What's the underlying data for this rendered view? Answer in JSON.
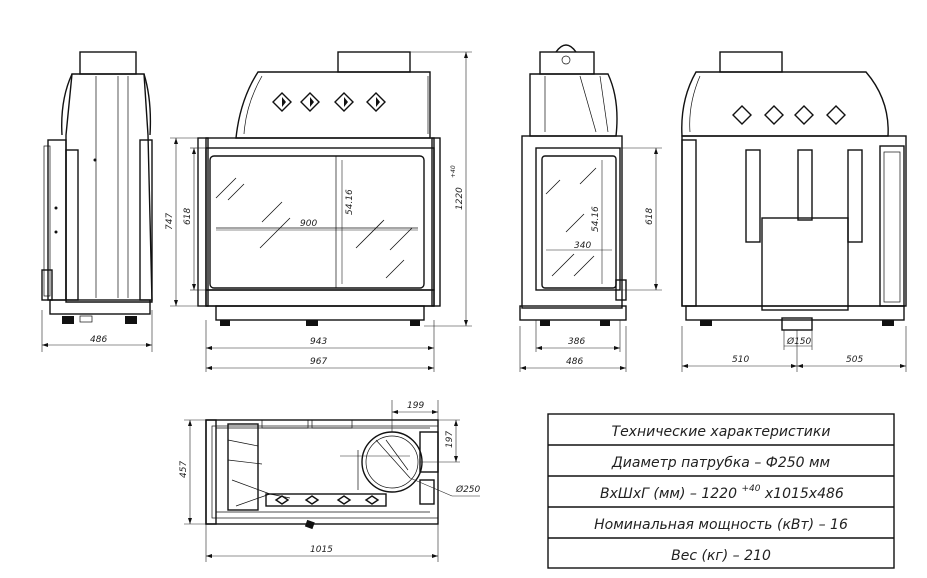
{
  "dimensions": {
    "side_left_width": "486",
    "front_height_total": "747",
    "front_glass_height": "618",
    "front_glass_width": "900",
    "front_glass_opening_height": "54.16",
    "front_width_inner": "943",
    "front_width_outer": "967",
    "front_total_height": "1220",
    "front_total_height_tol": "+40",
    "side_glass_width": "340",
    "side_glass_height": "54.16",
    "side_glass_dim": "618",
    "side_width_inner": "386",
    "side_width_outer": "486",
    "rear_left": "510",
    "rear_right": "505",
    "rear_pipe": "Ø150",
    "plan_offset_x": "199",
    "plan_offset_y": "197",
    "plan_depth": "457",
    "plan_width": "1015",
    "plan_pipe": "Ø250"
  },
  "table": {
    "title": "Технические характеристики",
    "row_pipe": "Диаметр патрубка – Ф250 мм",
    "row_size_prefix": "ВхШхГ (мм) – 1220",
    "row_size_sup": "+40",
    "row_size_suffix": "х1015х486",
    "row_power": "Номинальная мощность (кВт) – 16",
    "row_weight": "Вес (кг) – 210"
  }
}
